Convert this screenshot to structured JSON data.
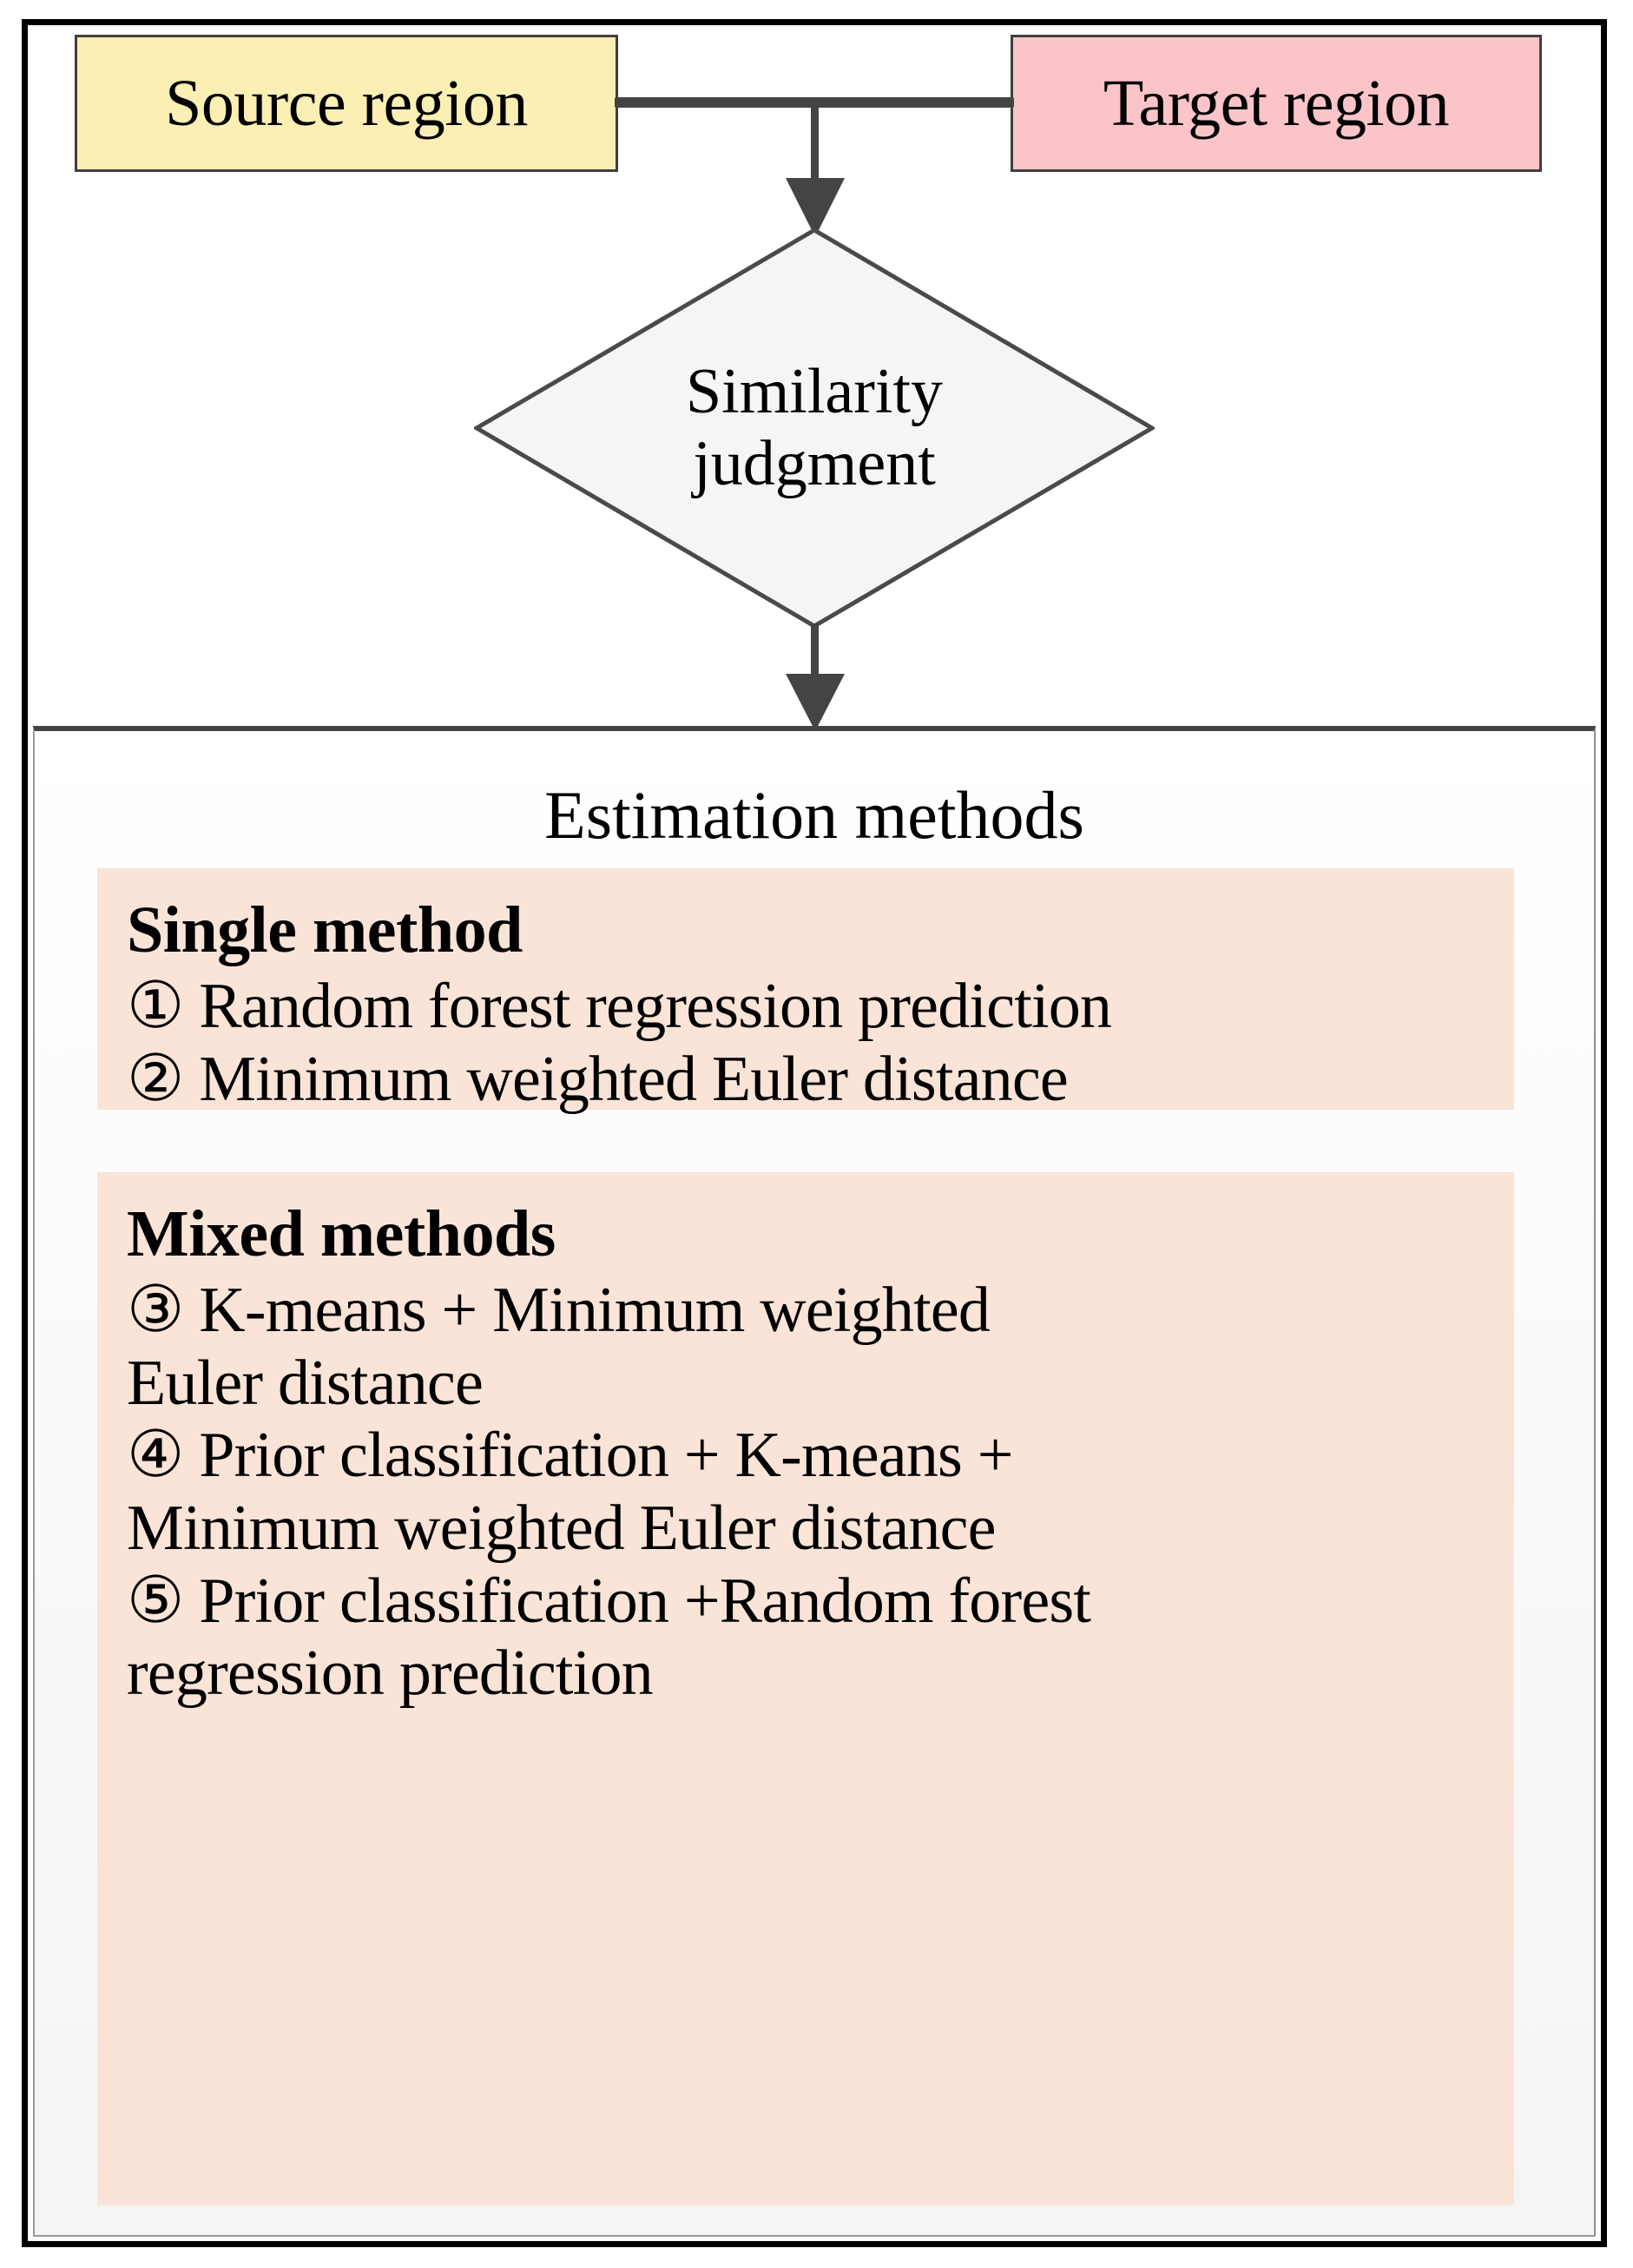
{
  "flow": {
    "source_label": "Source region",
    "target_label": "Target region",
    "decision_line1": "Similarity",
    "decision_line2": "judgment",
    "estimation_title": "Estimation methods"
  },
  "colors": {
    "source_fill": "#FBEFB4",
    "target_fill": "#FAC4C8",
    "decision_fill": "#F5F5F5",
    "card_fill": "#F9E4D7",
    "connector": "#444444",
    "frame": "#000000"
  },
  "methods": {
    "single": {
      "heading": "Single method",
      "items": [
        "① Random forest regression prediction",
        "② Minimum weighted Euler distance"
      ]
    },
    "mixed": {
      "heading": "Mixed methods",
      "items": [
        "③ K-means + Minimum weighted\nEuler distance",
        "④ Prior classification + K-means +\nMinimum weighted Euler distance",
        "⑤ Prior classification +Random forest\nregression prediction"
      ]
    }
  }
}
